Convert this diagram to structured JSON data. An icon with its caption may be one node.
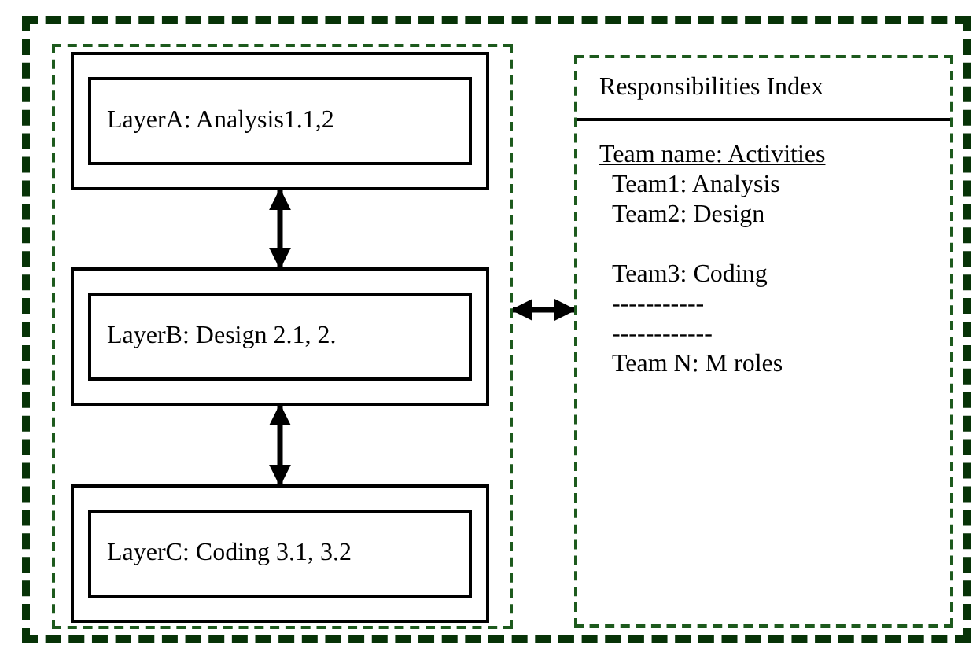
{
  "diagram": {
    "nodes": [
      {
        "text": [],
        "shape": "box"
      },
      {
        "text": [],
        "shape": "box",
        "in": 0
      },
      {
        "text": [
          "LayerA: Analysis1.1,2"
        ],
        "in": 1
      },
      {
        "text": [
          "LayerB: Design 2.1, 2."
        ],
        "in": 1
      },
      {
        "text": [
          "LayerC: Coding 3.1, 3.2"
        ],
        "in": 1
      },
      {
        "text": [
          "Responsibilities Index",
          "Team name: Activities",
          "Team1: Analysis",
          "Team2: Design",
          "Team3: Coding",
          "-----------",
          "------------",
          "Team N: M roles"
        ],
        "in": 0
      }
    ],
    "edges": [
      {
        "from": 2,
        "to": 3,
        "arrow": "both"
      },
      {
        "from": 3,
        "to": 4,
        "arrow": "both"
      },
      {
        "from": 1,
        "to": 5,
        "arrow": "both"
      }
    ]
  }
}
